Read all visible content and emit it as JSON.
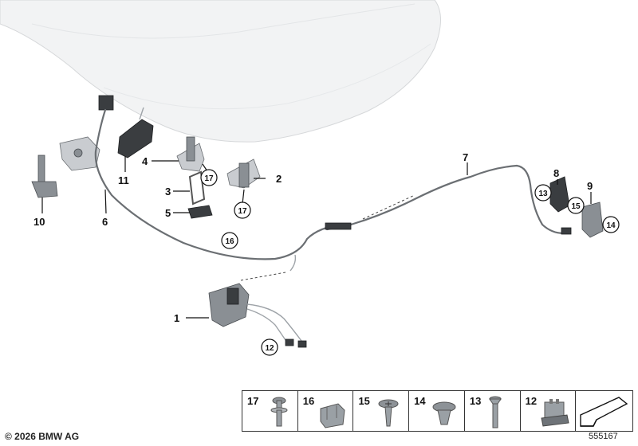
{
  "callouts": {
    "c1": "1",
    "c2": "2",
    "c3": "3",
    "c4": "4",
    "c5": "5",
    "c6": "6",
    "c7": "7",
    "c8": "8",
    "c9": "9",
    "c10": "10",
    "c11": "11"
  },
  "circled": {
    "c17a": "17",
    "c17b": "17",
    "c16": "16",
    "c13": "13",
    "c15": "15",
    "c14": "14",
    "c12": "12"
  },
  "legend": [
    {
      "label": "17",
      "icon": "screw-with-washer-icon"
    },
    {
      "label": "16",
      "icon": "cable-clip-icon"
    },
    {
      "label": "15",
      "icon": "pan-head-screw-icon"
    },
    {
      "label": "14",
      "icon": "expanding-rivet-icon"
    },
    {
      "label": "13",
      "icon": "countersunk-screw-icon"
    },
    {
      "label": "12",
      "icon": "plug-connector-icon"
    },
    {
      "label": "",
      "icon": "front-direction-arrow-icon"
    }
  ],
  "footer": {
    "copyright": "© 2026 BMW AG",
    "diagram_id": "555167"
  }
}
